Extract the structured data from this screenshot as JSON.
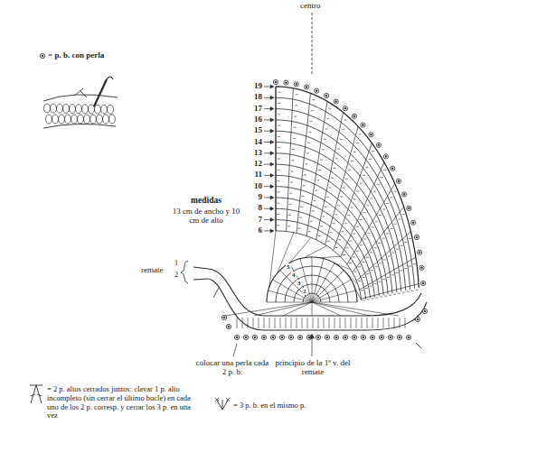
{
  "diagram": {
    "labels": [
      "centro",
      "19",
      "18",
      "17",
      "16",
      "15",
      "14",
      "13",
      "12",
      "11",
      "10",
      "9",
      "8",
      "7",
      "6",
      "5",
      "4",
      "3",
      "2",
      "medidas",
      "13 cm de ancho y 10 cm de alto",
      "remate",
      "1",
      "2",
      "colocar una perla cada 2 p. b.",
      "principio de la 1ª v. del remate"
    ],
    "legend": [
      {
        "text": "= p. b. con perla"
      },
      {
        "text": "= 2 p. altos cerrados juntos: clavar 1 p. alto incompleto (sin cerrar el último bucle) en cada uno de los 2 p. corresp. y cerrar los 3 p. en una vez"
      },
      {
        "text": "= 3 p. b. en el mismo p."
      }
    ]
  }
}
